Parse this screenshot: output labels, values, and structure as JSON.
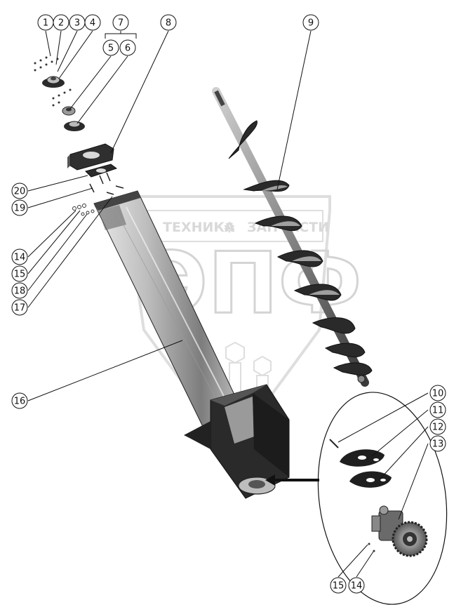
{
  "watermark": {
    "text": "ТЕХНИКА",
    "text2": "ЗАПЧАСТИ",
    "big": "ЭПФ"
  },
  "callouts": [
    {
      "id": "1",
      "label": "1"
    },
    {
      "id": "2",
      "label": "2"
    },
    {
      "id": "3",
      "label": "3"
    },
    {
      "id": "4",
      "label": "4"
    },
    {
      "id": "7",
      "label": "7"
    },
    {
      "id": "5",
      "label": "5"
    },
    {
      "id": "6",
      "label": "6"
    },
    {
      "id": "8",
      "label": "8"
    },
    {
      "id": "9",
      "label": "9"
    },
    {
      "id": "20",
      "label": "20"
    },
    {
      "id": "19",
      "label": "19"
    },
    {
      "id": "14a",
      "label": "14"
    },
    {
      "id": "15a",
      "label": "15"
    },
    {
      "id": "18",
      "label": "18"
    },
    {
      "id": "17",
      "label": "17"
    },
    {
      "id": "16",
      "label": "16"
    },
    {
      "id": "10",
      "label": "10"
    },
    {
      "id": "11",
      "label": "11"
    },
    {
      "id": "12",
      "label": "12"
    },
    {
      "id": "13",
      "label": "13"
    },
    {
      "id": "15b",
      "label": "15"
    },
    {
      "id": "14b",
      "label": "14"
    }
  ],
  "colors": {
    "line": "#111111",
    "part_dark": "#2b2b2b",
    "part_mid": "#8a8a8a",
    "part_light": "#d6d6d6",
    "watermark": "#d6d6d6"
  }
}
